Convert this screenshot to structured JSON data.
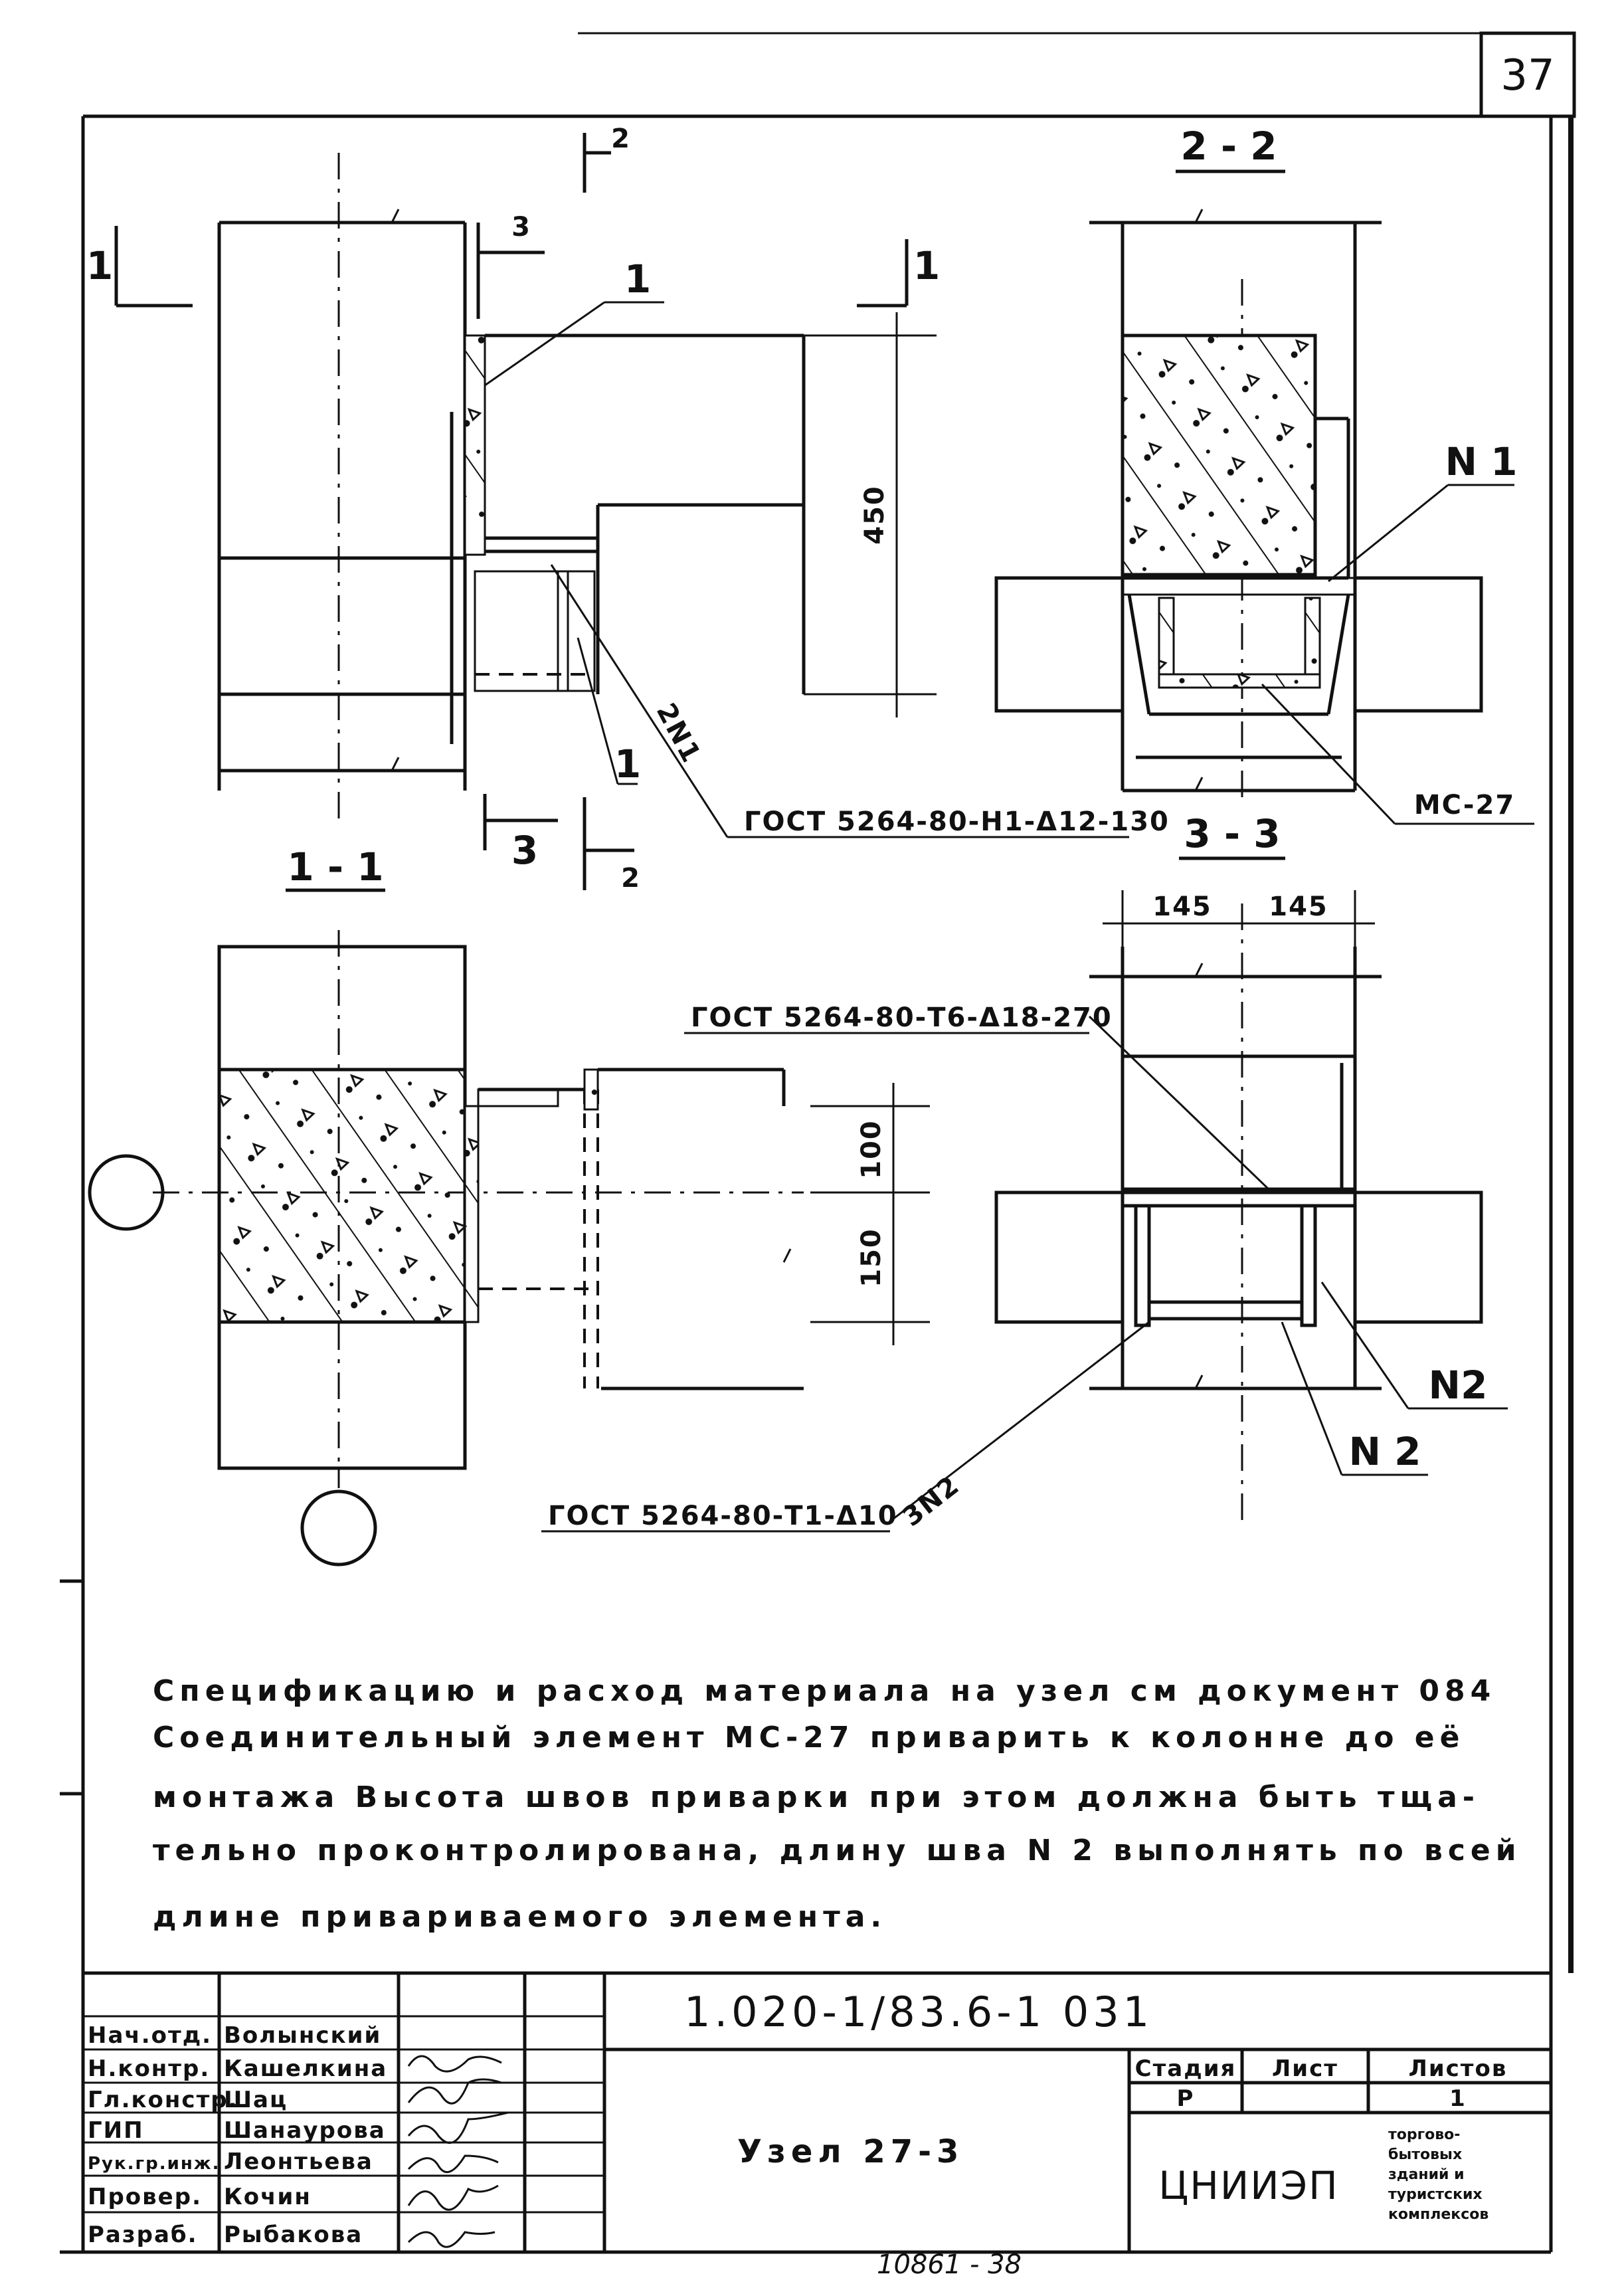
{
  "sheet_number": "37",
  "views": {
    "section_1_1": "1 - 1",
    "section_2_2": "2 - 2",
    "section_3_3": "3 - 3",
    "cut_marks": [
      "1",
      "2",
      "3"
    ]
  },
  "dimensions": {
    "d450": "450",
    "d100": "100",
    "d150": "150",
    "d145a": "145",
    "d145b": "145"
  },
  "callouts": {
    "pos1": "1",
    "pos1b": "1",
    "n1": "N 1",
    "two_n1": "2N1",
    "mc27": "MC-27",
    "n2a": "N2",
    "n2b": "N 2",
    "three_n2": "3N2",
    "gost_h1": "ГОСТ 5264-80-Н1-Δ12-130",
    "gost_t6": "ГОСТ 5264-80-Т6-Δ18-270",
    "gost_t1": "ГОСТ 5264-80-Т1-Δ10"
  },
  "notes": [
    "Спецификацию и расход материала на узел см документ 084",
    "Соединительный элемент МС-27 приварить к колонне до её",
    "монтажа Высота швов приварки при этом должна быть тща-",
    "тельно проконтролирована, длину шва N 2 выполнять по всей",
    "длине привариваемого элемента."
  ],
  "title_block": {
    "doc_code": "1.020-1/83.6-1    031",
    "node_title": "Узел 27-3",
    "stage_header": "Стадия",
    "sheet_header": "Лист",
    "sheets_header": "Листов",
    "stage_value": "Р",
    "sheets_value": "1",
    "org": "ЦНИИЭП",
    "org_sub": [
      "торгово-",
      "бытовых",
      "зданий и",
      "туристских",
      "комплексов"
    ],
    "roles": [
      "Нач.отд.",
      "Н.контр.",
      "Гл.констр.",
      "ГИП",
      "Рук.гр.инж.",
      "Провер.",
      "Разраб."
    ],
    "names": [
      "Волынский",
      "Кашелкина",
      "Шац",
      "Шанаурова",
      "Леонтьева",
      "Кочин",
      "Рыбакова"
    ]
  },
  "footer": "10861 - 38"
}
